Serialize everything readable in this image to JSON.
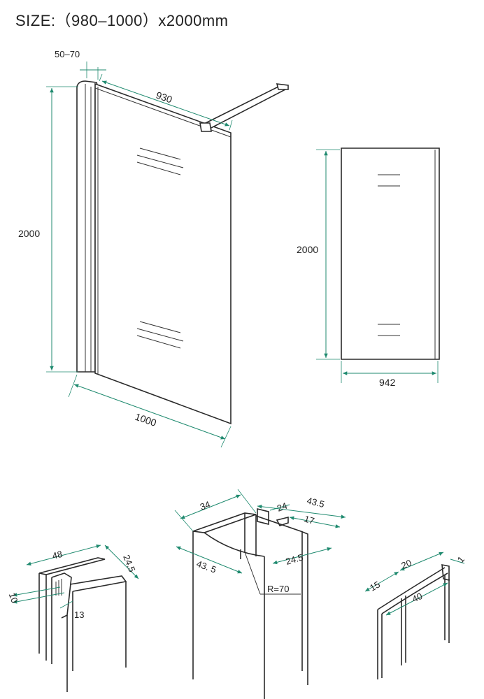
{
  "title": "SIZE:（980–1000）x2000mm",
  "front_view": {
    "width_label": "1000",
    "height_label": "2000",
    "panel_label": "930",
    "profile_label": "50–70"
  },
  "side_view": {
    "height_label": "2000",
    "width_label": "942"
  },
  "profile_left": {
    "d48": "48",
    "d24_5": "24.5",
    "d10": "10",
    "d13": "13"
  },
  "profile_center": {
    "d34": "34",
    "d24": "24",
    "d43_5_top": "43.5",
    "d17": "17",
    "d43_5_side": "43. 5",
    "d24_5": "24.5",
    "radius": "R=70"
  },
  "profile_right": {
    "d15": "15",
    "d20": "20",
    "d1": "1",
    "d40": "40"
  }
}
